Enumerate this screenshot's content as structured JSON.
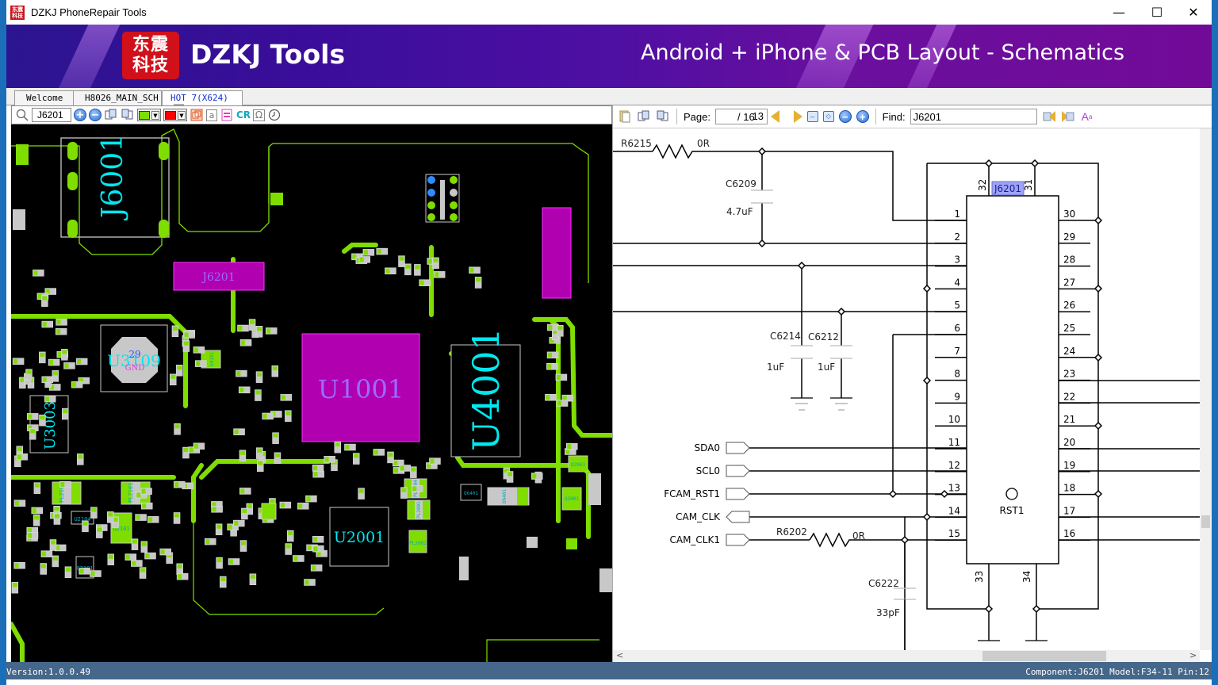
{
  "window": {
    "title": "DZKJ PhoneRepair Tools",
    "app_icon": "dzkj-logo-icon",
    "controls": {
      "minimize": "—",
      "maximize": "☐",
      "close": "✕"
    }
  },
  "banner": {
    "logo_chars": [
      "东",
      "震",
      "科",
      "技"
    ],
    "brand": "DZKJ Tools",
    "tagline": "Android + iPhone & PCB Layout - Schematics"
  },
  "tabs": [
    {
      "label": "Welcome",
      "active": false
    },
    {
      "label": "H8026_MAIN_SCH",
      "active": false
    },
    {
      "label": "HOT 7(X624)",
      "active": true,
      "closable": true,
      "close_glyph": "✕"
    }
  ],
  "left_toolbar": {
    "search_value": "J6201",
    "zoom_in": "+",
    "zoom_out": "−",
    "color_1": "#7fdd00",
    "color_2": "#ff0000",
    "cr_label": "CR",
    "omega": "Ω",
    "text_a": "a"
  },
  "pcb": {
    "labels": {
      "j6001": "J6001",
      "j6201": "J6201",
      "u1001": "U1001",
      "u4001": "U4001",
      "u3109": "U3109",
      "pin29": "29",
      "gnd": "GND",
      "u3003": "U3003",
      "u2001": "U2001",
      "pl2104": "PL2104",
      "pl2101": "PL2101",
      "u2104": "U2104",
      "q2101a": "Q2101",
      "q2101b": "Q2101",
      "pl2004": "PL2004",
      "pl2001": "PL2001",
      "pl2002": "PL2002",
      "q6401": "Q6401",
      "d6401": "D6401",
      "q2003": "Q2003",
      "q2001": "Q2001",
      "u4101": "U4101"
    },
    "colors": {
      "pad": "#7fdd00",
      "outline": "#c8c8c8",
      "trace": "#7fdd00",
      "highlight": "#c000c0",
      "label": "#00e0f0"
    }
  },
  "right_toolbar": {
    "page_label": "Page:",
    "page_current": "13",
    "page_total": "/ 16",
    "find_label": "Find:",
    "find_value": "J6201"
  },
  "schematic": {
    "component": "J6201",
    "left_pins": [
      "1",
      "2",
      "3",
      "4",
      "5",
      "6",
      "7",
      "8",
      "9",
      "10",
      "11",
      "12",
      "13",
      "14",
      "15"
    ],
    "right_pins": [
      "30",
      "29",
      "28",
      "27",
      "26",
      "25",
      "24",
      "23",
      "22",
      "21",
      "20",
      "19",
      "18",
      "17",
      "16"
    ],
    "top_pins": [
      "32",
      "31"
    ],
    "bottom_pins": [
      "33",
      "34"
    ],
    "test_point": "RST1",
    "parts": {
      "r6215": {
        "ref": "R6215",
        "value": "0R"
      },
      "c6209": {
        "ref": "C6209",
        "value": "4.7uF"
      },
      "c6214": {
        "ref": "C6214",
        "value": "1uF"
      },
      "c6212": {
        "ref": "C6212",
        "value": "1uF"
      },
      "r6202": {
        "ref": "R6202",
        "value": "0R"
      },
      "c6222": {
        "ref": "C6222",
        "value": "33pF"
      }
    },
    "nets": [
      "SDA0",
      "SCL0",
      "FCAM_RST1",
      "CAM_CLK",
      "CAM_CLK1"
    ]
  },
  "status": {
    "version": "Version:1.0.0.49",
    "component_info": "Component:J6201 Model:F34-11 Pin:12"
  }
}
